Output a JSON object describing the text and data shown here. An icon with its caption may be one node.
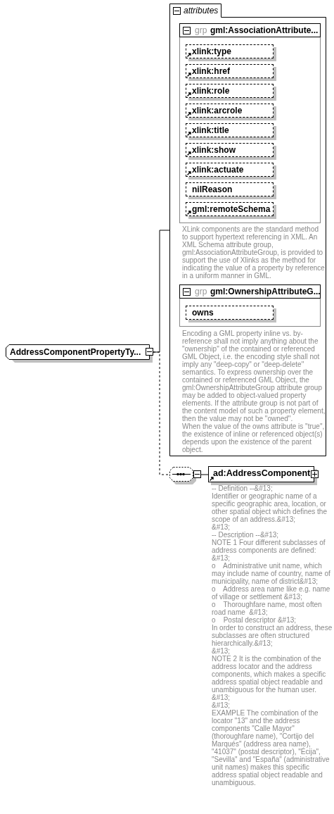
{
  "diagram": {
    "nodes": [
      {
        "text": [
          "AddressComponentPropertyTy..."
        ]
      },
      {
        "text": [
          "attributes"
        ]
      },
      {
        "text": [
          "grp",
          "gml:AssociationAttribute..."
        ],
        "in": 1,
        "beside": [
          "XLink components are the standard method to support hypertext referencing in XML. An XML Schema attribute group, gml:AssociationAttributeGroup, is provided to support the use of Xlinks as the method for indicating the value of a property by reference in a uniform manner in GML."
        ]
      },
      {
        "text": [
          "xlink:type"
        ],
        "in": 2
      },
      {
        "text": [
          "xlink:href"
        ],
        "in": 2
      },
      {
        "text": [
          "xlink:role"
        ],
        "in": 2
      },
      {
        "text": [
          "xlink:arcrole"
        ],
        "in": 2
      },
      {
        "text": [
          "xlink:title"
        ],
        "in": 2
      },
      {
        "text": [
          "xlink:show"
        ],
        "in": 2
      },
      {
        "text": [
          "xlink:actuate"
        ],
        "in": 2
      },
      {
        "text": [
          "nilReason"
        ],
        "in": 2
      },
      {
        "text": [
          "gml:remoteSchema"
        ],
        "in": 2
      },
      {
        "text": [
          "grp",
          "gml:OwnershipAttributeG..."
        ],
        "in": 1,
        "beside": [
          "Encoding a GML property inline vs. by-reference shall not imply anything about the \"ownership\" of the contained or referenced GML Object, i.e. the encoding style shall not imply any \"deep-copy\" or \"deep-delete\" semantics. To express ownership over the contained or referenced GML Object, the gml:OwnershipAttributeGroup attribute group may be added to object-valued property elements. If the attribute group is not part of the content model of such a property element, then the value may not be \"owned\".",
          "When the value of the owns attribute is \"true\", the existence of inline or referenced object(s) depends upon the existence of the parent object."
        ]
      },
      {
        "text": [
          "owns"
        ],
        "in": 12
      },
      {
        "text": [],
        "shape": "octagon"
      },
      {
        "text": [
          "ad:AddressComponent"
        ],
        "beside": [
          "-- Definition --&#13;",
          "Identifier or geographic name of a specific geographic area, location, or other spatial object which defines the scope of an address.&#13;",
          "&#13;",
          "-- Description --&#13;",
          "NOTE 1 Four different subclasses of address components are defined: &#13;",
          "o    Administrative unit name, which may include name of country, name of municipality, name of district&#13;",
          "o    Address area name like e.g. name of village or settlement &#13;",
          "o    Thoroughfare name, most often road name  &#13;",
          "o    Postal descriptor &#13;",
          "In order to construct an address, these subclasses are often structured hierarchically.&#13;",
          "&#13;",
          "NOTE 2 It is the combination of the address locator and the address components, which makes a specific address spatial object readable and unambiguous for the human user. &#13;",
          "&#13;",
          "EXAMPLE The combination of the locator \"13\" and the address components \"Calle Mayor\" (thoroughfare name), \"Cortijo del Marqués\" (address area name), \"41037\" (postal descriptor), \"Écija\", \"Sevilla\" and \"España\" (administrative unit names) makes this specific address spatial object readable and unambiguous."
        ]
      }
    ],
    "edges": [
      {
        "from": 0,
        "to": 1,
        "arrow": "none"
      },
      {
        "from": 0,
        "to": 14,
        "arrow": "none",
        "style": "dashed"
      },
      {
        "from": 14,
        "to": 15,
        "arrow": "none"
      }
    ]
  }
}
